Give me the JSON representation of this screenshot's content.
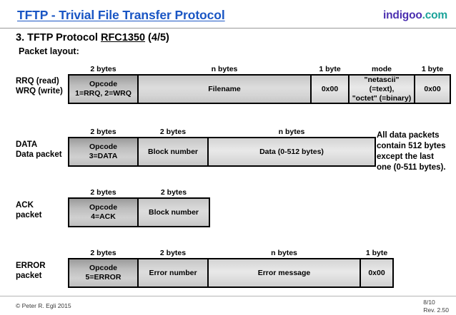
{
  "header": {
    "title": "TFTP - Trivial File Transfer Protocol",
    "brand_name": "indigoo",
    "brand_tld": ".com",
    "title_color": "#1a56c4",
    "brand_name_color": "#4b2fb0",
    "brand_tld_color": "#1aa39a"
  },
  "section": {
    "number_and_name": "3. TFTP Protocol ",
    "rfc": "RFC1350",
    "page_counter": " (4/5)",
    "subtitle": "Packet layout:"
  },
  "packets": [
    {
      "label_lines": [
        "RRQ (read)",
        "WRQ (write)"
      ],
      "fields": [
        {
          "caption": "2 bytes",
          "lines": [
            "Opcode",
            "1=RRQ, 2=WRQ"
          ],
          "shade": "dark"
        },
        {
          "caption": "n bytes",
          "lines": [
            "Filename"
          ],
          "shade": "mid"
        },
        {
          "caption": "1 byte",
          "lines": [
            "0x00"
          ],
          "shade": "light"
        },
        {
          "caption": "mode",
          "lines": [
            "\"netascii\" (=text),",
            "\"octet\" (=binary)"
          ],
          "shade": "light"
        },
        {
          "caption": "1 byte",
          "lines": [
            "0x00"
          ],
          "shade": "light"
        }
      ]
    },
    {
      "label_lines": [
        "DATA",
        "Data packet"
      ],
      "fields": [
        {
          "caption": "2 bytes",
          "lines": [
            "Opcode",
            "3=DATA"
          ],
          "shade": "dark"
        },
        {
          "caption": "2 bytes",
          "lines": [
            "Block number"
          ],
          "shade": "mid"
        },
        {
          "caption": "n bytes",
          "lines": [
            "Data (0-512 bytes)"
          ],
          "shade": "light"
        }
      ],
      "side_note": [
        "All data packets",
        "contain 512 bytes",
        "except the last",
        "one (0-511 bytes)."
      ]
    },
    {
      "label_lines": [
        "ACK",
        "packet"
      ],
      "fields": [
        {
          "caption": "2 bytes",
          "lines": [
            "Opcode",
            "4=ACK"
          ],
          "shade": "dark"
        },
        {
          "caption": "2 bytes",
          "lines": [
            "Block number"
          ],
          "shade": "mid"
        }
      ]
    },
    {
      "label_lines": [
        "ERROR",
        "packet"
      ],
      "fields": [
        {
          "caption": "2 bytes",
          "lines": [
            "Opcode",
            "5=ERROR"
          ],
          "shade": "dark"
        },
        {
          "caption": "2 bytes",
          "lines": [
            "Error number"
          ],
          "shade": "mid"
        },
        {
          "caption": "n bytes",
          "lines": [
            "Error message"
          ],
          "shade": "light"
        },
        {
          "caption": "1 byte",
          "lines": [
            "0x00"
          ],
          "shade": "light"
        }
      ]
    }
  ],
  "footer": {
    "copyright": "© Peter R. Egli 2015",
    "page_number": "8/10",
    "revision": "Rev. 2.50"
  }
}
